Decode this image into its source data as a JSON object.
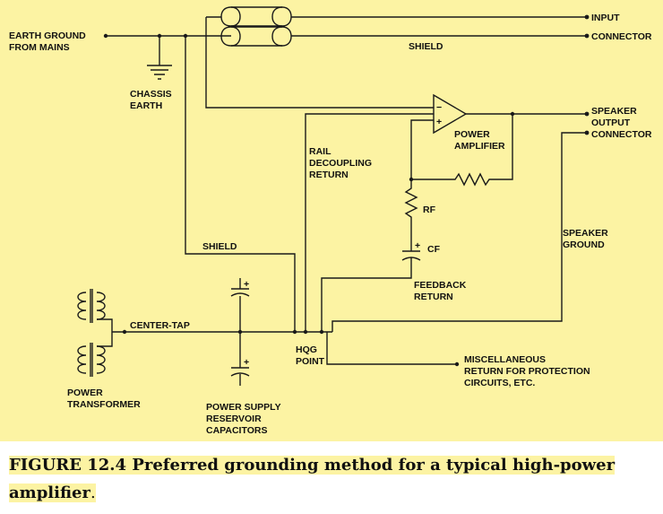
{
  "colors": {
    "diagram_background": "#fcf3a3",
    "ink": "#1a1a1a",
    "caption_highlight": "#fcf3a3"
  },
  "labels": {
    "earth_ground_line1": "EARTH GROUND",
    "earth_ground_line2": "FROM MAINS",
    "chassis_line1": "CHASSIS",
    "chassis_line2": "EARTH",
    "shield_top": "SHIELD",
    "input_line1": "INPUT",
    "input_line2": "CONNECTOR",
    "speaker_line1": "SPEAKER",
    "speaker_line2": "OUTPUT",
    "speaker_line3": "CONNECTOR",
    "power_amp_line1": "POWER",
    "power_amp_line2": "AMPLIFIER",
    "rail_line1": "RAIL",
    "rail_line2": "DECOUPLING",
    "rail_line3": "RETURN",
    "rf": "RF",
    "cf": "CF",
    "shield_left": "SHIELD",
    "speaker_ground_line1": "SPEAKER",
    "speaker_ground_line2": "GROUND",
    "feedback_line1": "FEEDBACK",
    "feedback_line2": "RETURN",
    "center_tap": "CENTER-TAP",
    "hqg_line1": "HQG",
    "hqg_line2": "POINT",
    "misc_line1": "MISCELLANEOUS",
    "misc_line2": "RETURN FOR PROTECTION",
    "misc_line3": "CIRCUITS, ETC.",
    "transformer_line1": "POWER",
    "transformer_line2": "TRANSFORMER",
    "psu_line1": "POWER SUPPLY",
    "psu_line2": "RESERVOIR",
    "psu_line3": "CAPACITORS",
    "opamp_minus": "−",
    "opamp_plus": "+",
    "cap_plus": "+"
  },
  "caption": {
    "bold_text": "FIGURE 12.4 Preferred grounding method for a typical high-power amplifier",
    "tail": "."
  }
}
